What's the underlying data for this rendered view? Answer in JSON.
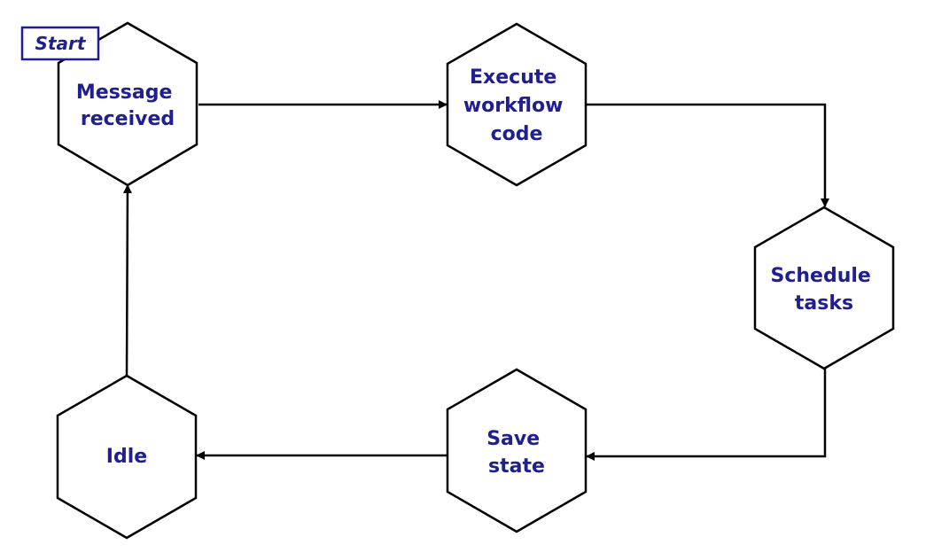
{
  "start_label": "Start",
  "nodes": {
    "message": {
      "lines": [
        "Message",
        "received"
      ]
    },
    "execute": {
      "lines": [
        "Execute",
        "workflow",
        "code"
      ]
    },
    "schedule": {
      "lines": [
        "Schedule",
        "tasks"
      ]
    },
    "save": {
      "lines": [
        "Save",
        "state"
      ]
    },
    "idle": {
      "lines": [
        "Idle"
      ]
    }
  },
  "colors": {
    "label": "#1f1f8f",
    "stroke": "#000000",
    "start_border": "#1f1f8f"
  }
}
